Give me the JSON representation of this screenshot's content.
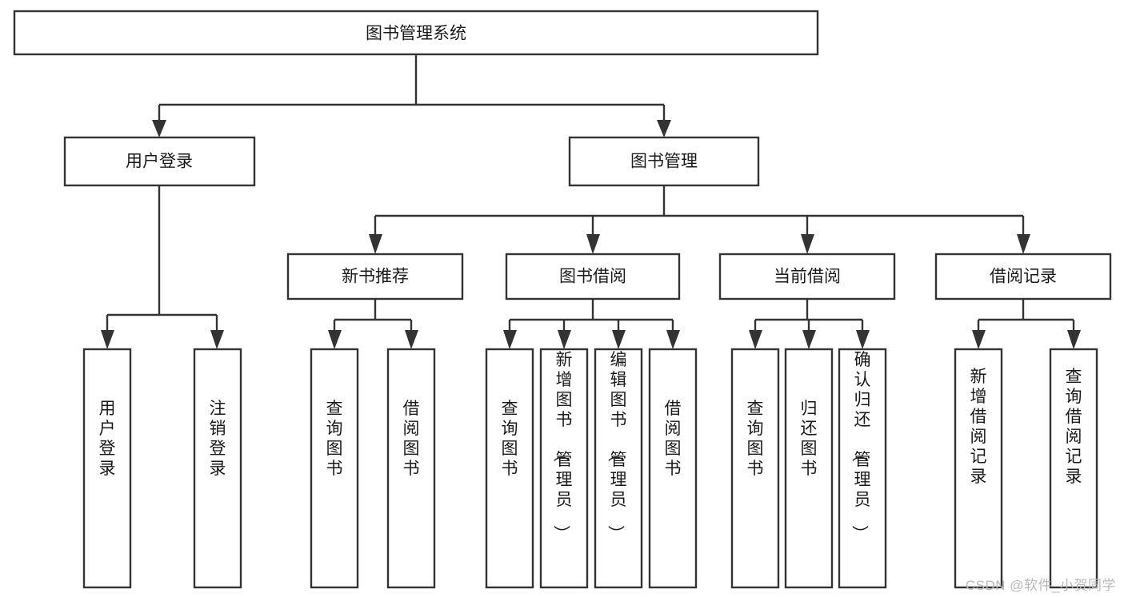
{
  "diagram": {
    "type": "tree",
    "title": "图书管理系统",
    "orientation": "top-down",
    "watermark": "CSDN @软件_小贺同学",
    "colors": {
      "stroke": "#333333",
      "fill": "#ffffff",
      "text": "#1a1a1a",
      "watermark": "#b9b9b9"
    },
    "nodes": {
      "root": {
        "label": "图书管理系统"
      },
      "level1": [
        {
          "id": "user-login",
          "label": "用户登录"
        },
        {
          "id": "book-manage",
          "label": "图书管理"
        }
      ],
      "level2": [
        {
          "id": "new-book-rec",
          "label": "新书推荐",
          "parent": "book-manage"
        },
        {
          "id": "book-borrow",
          "label": "图书借阅",
          "parent": "book-manage"
        },
        {
          "id": "current-borrow",
          "label": "当前借阅",
          "parent": "book-manage"
        },
        {
          "id": "borrow-record",
          "label": "借阅记录",
          "parent": "book-manage"
        }
      ],
      "leaves": [
        {
          "id": "leaf-user-login",
          "label": "用户登录",
          "parent": "user-login"
        },
        {
          "id": "leaf-logout",
          "label": "注销登录",
          "parent": "user-login"
        },
        {
          "id": "leaf-query-book-1",
          "label": "查询图书",
          "parent": "new-book-rec"
        },
        {
          "id": "leaf-borrow-book-1",
          "label": "借阅图书",
          "parent": "new-book-rec"
        },
        {
          "id": "leaf-query-book-2",
          "label": "查询图书",
          "parent": "book-borrow"
        },
        {
          "id": "leaf-add-book",
          "label": "新增图书（管理员）",
          "parent": "book-borrow"
        },
        {
          "id": "leaf-edit-book",
          "label": "编辑图书（管理员）",
          "parent": "book-borrow"
        },
        {
          "id": "leaf-borrow-book-2",
          "label": "借阅图书",
          "parent": "book-borrow"
        },
        {
          "id": "leaf-query-book-3",
          "label": "查询图书",
          "parent": "current-borrow"
        },
        {
          "id": "leaf-return-book",
          "label": "归还图书",
          "parent": "current-borrow"
        },
        {
          "id": "leaf-confirm-return",
          "label": "确认归还（管理员）",
          "parent": "current-borrow"
        },
        {
          "id": "leaf-add-record",
          "label": "新增借阅记录",
          "parent": "borrow-record"
        },
        {
          "id": "leaf-query-record",
          "label": "查询借阅记录",
          "parent": "borrow-record"
        }
      ]
    }
  }
}
